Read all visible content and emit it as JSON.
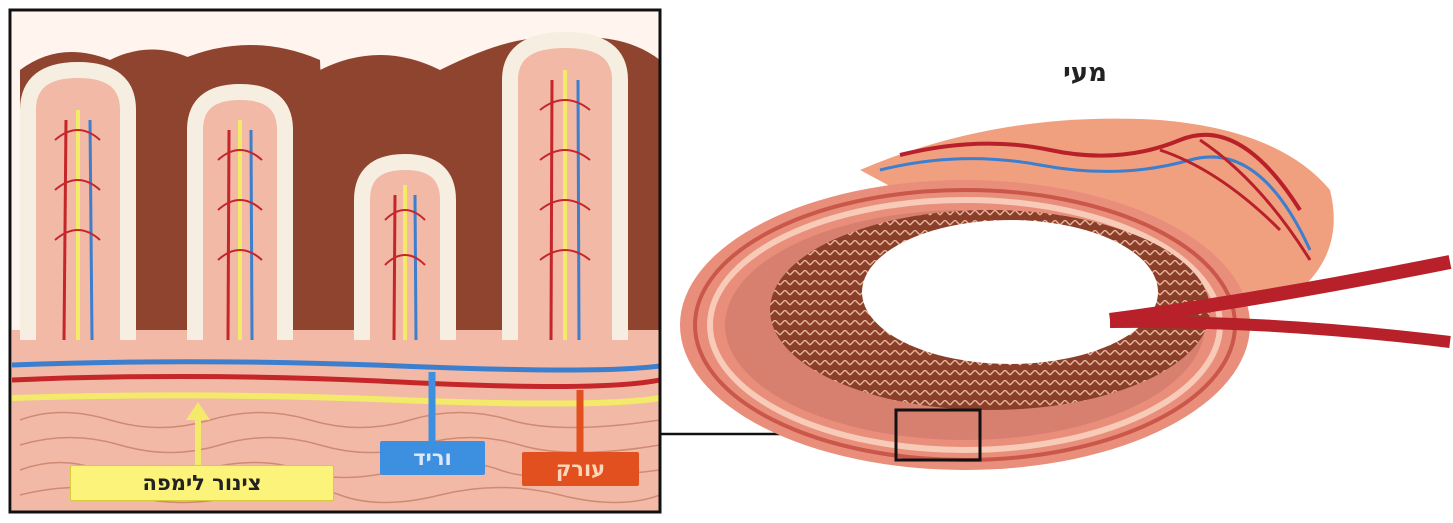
{
  "title": "מעי",
  "labels": {
    "lymph_vessel": "צינור לימפה",
    "vein": "וריד",
    "artery": "עורק"
  },
  "colors": {
    "tissue": "#f2b9a6",
    "villus_outline": "#f6eee0",
    "villus_dark": "#8a3f2a",
    "artery": "#c4262a",
    "vein": "#3d7fcf",
    "lymph": "#f3ea6a",
    "lymph_label_bg": "#fbf37a",
    "vein_label_bg": "#3d8fe0",
    "artery_label_bg": "#e3501f",
    "intestine_wall": "#e98e7a"
  }
}
